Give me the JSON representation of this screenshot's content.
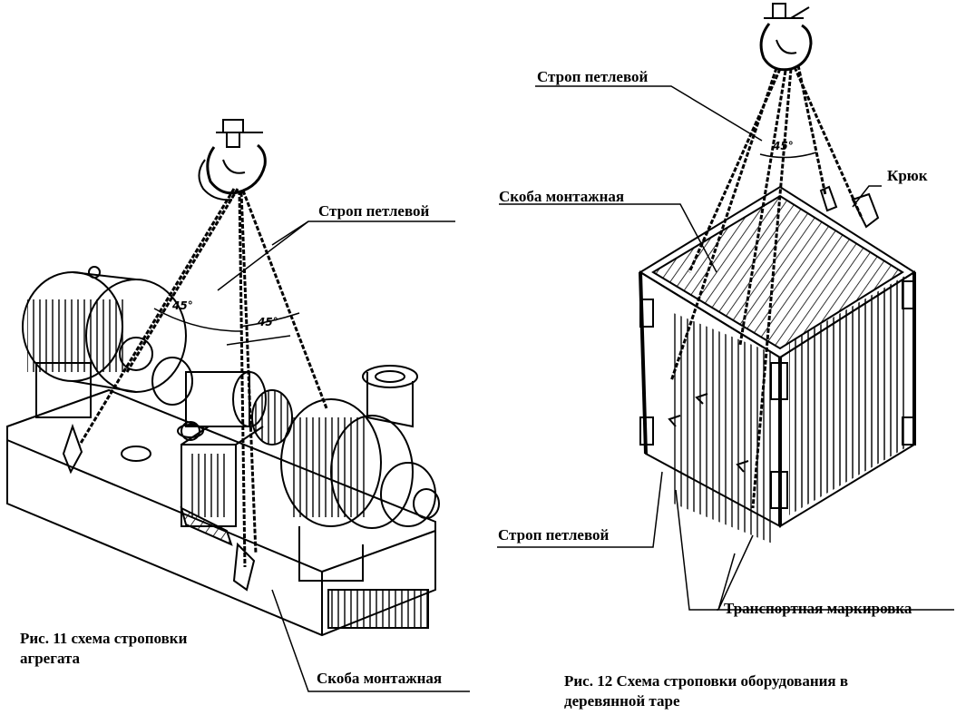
{
  "figure_left": {
    "caption_line1": "Рис. 11 схема строповки",
    "caption_line2": "агрегата",
    "labels": {
      "sling": "Строп петлевой",
      "shackle": "Скоба монтажная"
    },
    "angles": [
      "45°",
      "45°"
    ]
  },
  "figure_right": {
    "caption_line1": "Рис. 12 Схема строповки оборудования в",
    "caption_line2": "деревянной таре",
    "labels": {
      "sling_top": "Строп петлевой",
      "hook": "Крюк",
      "shackle": "Скоба монтажная",
      "sling_bottom": "Строп петлевой",
      "marking": "Транспортная маркировка"
    },
    "angles": [
      "45°"
    ]
  },
  "colors": {
    "ink": "#000000",
    "paper": "#ffffff"
  }
}
